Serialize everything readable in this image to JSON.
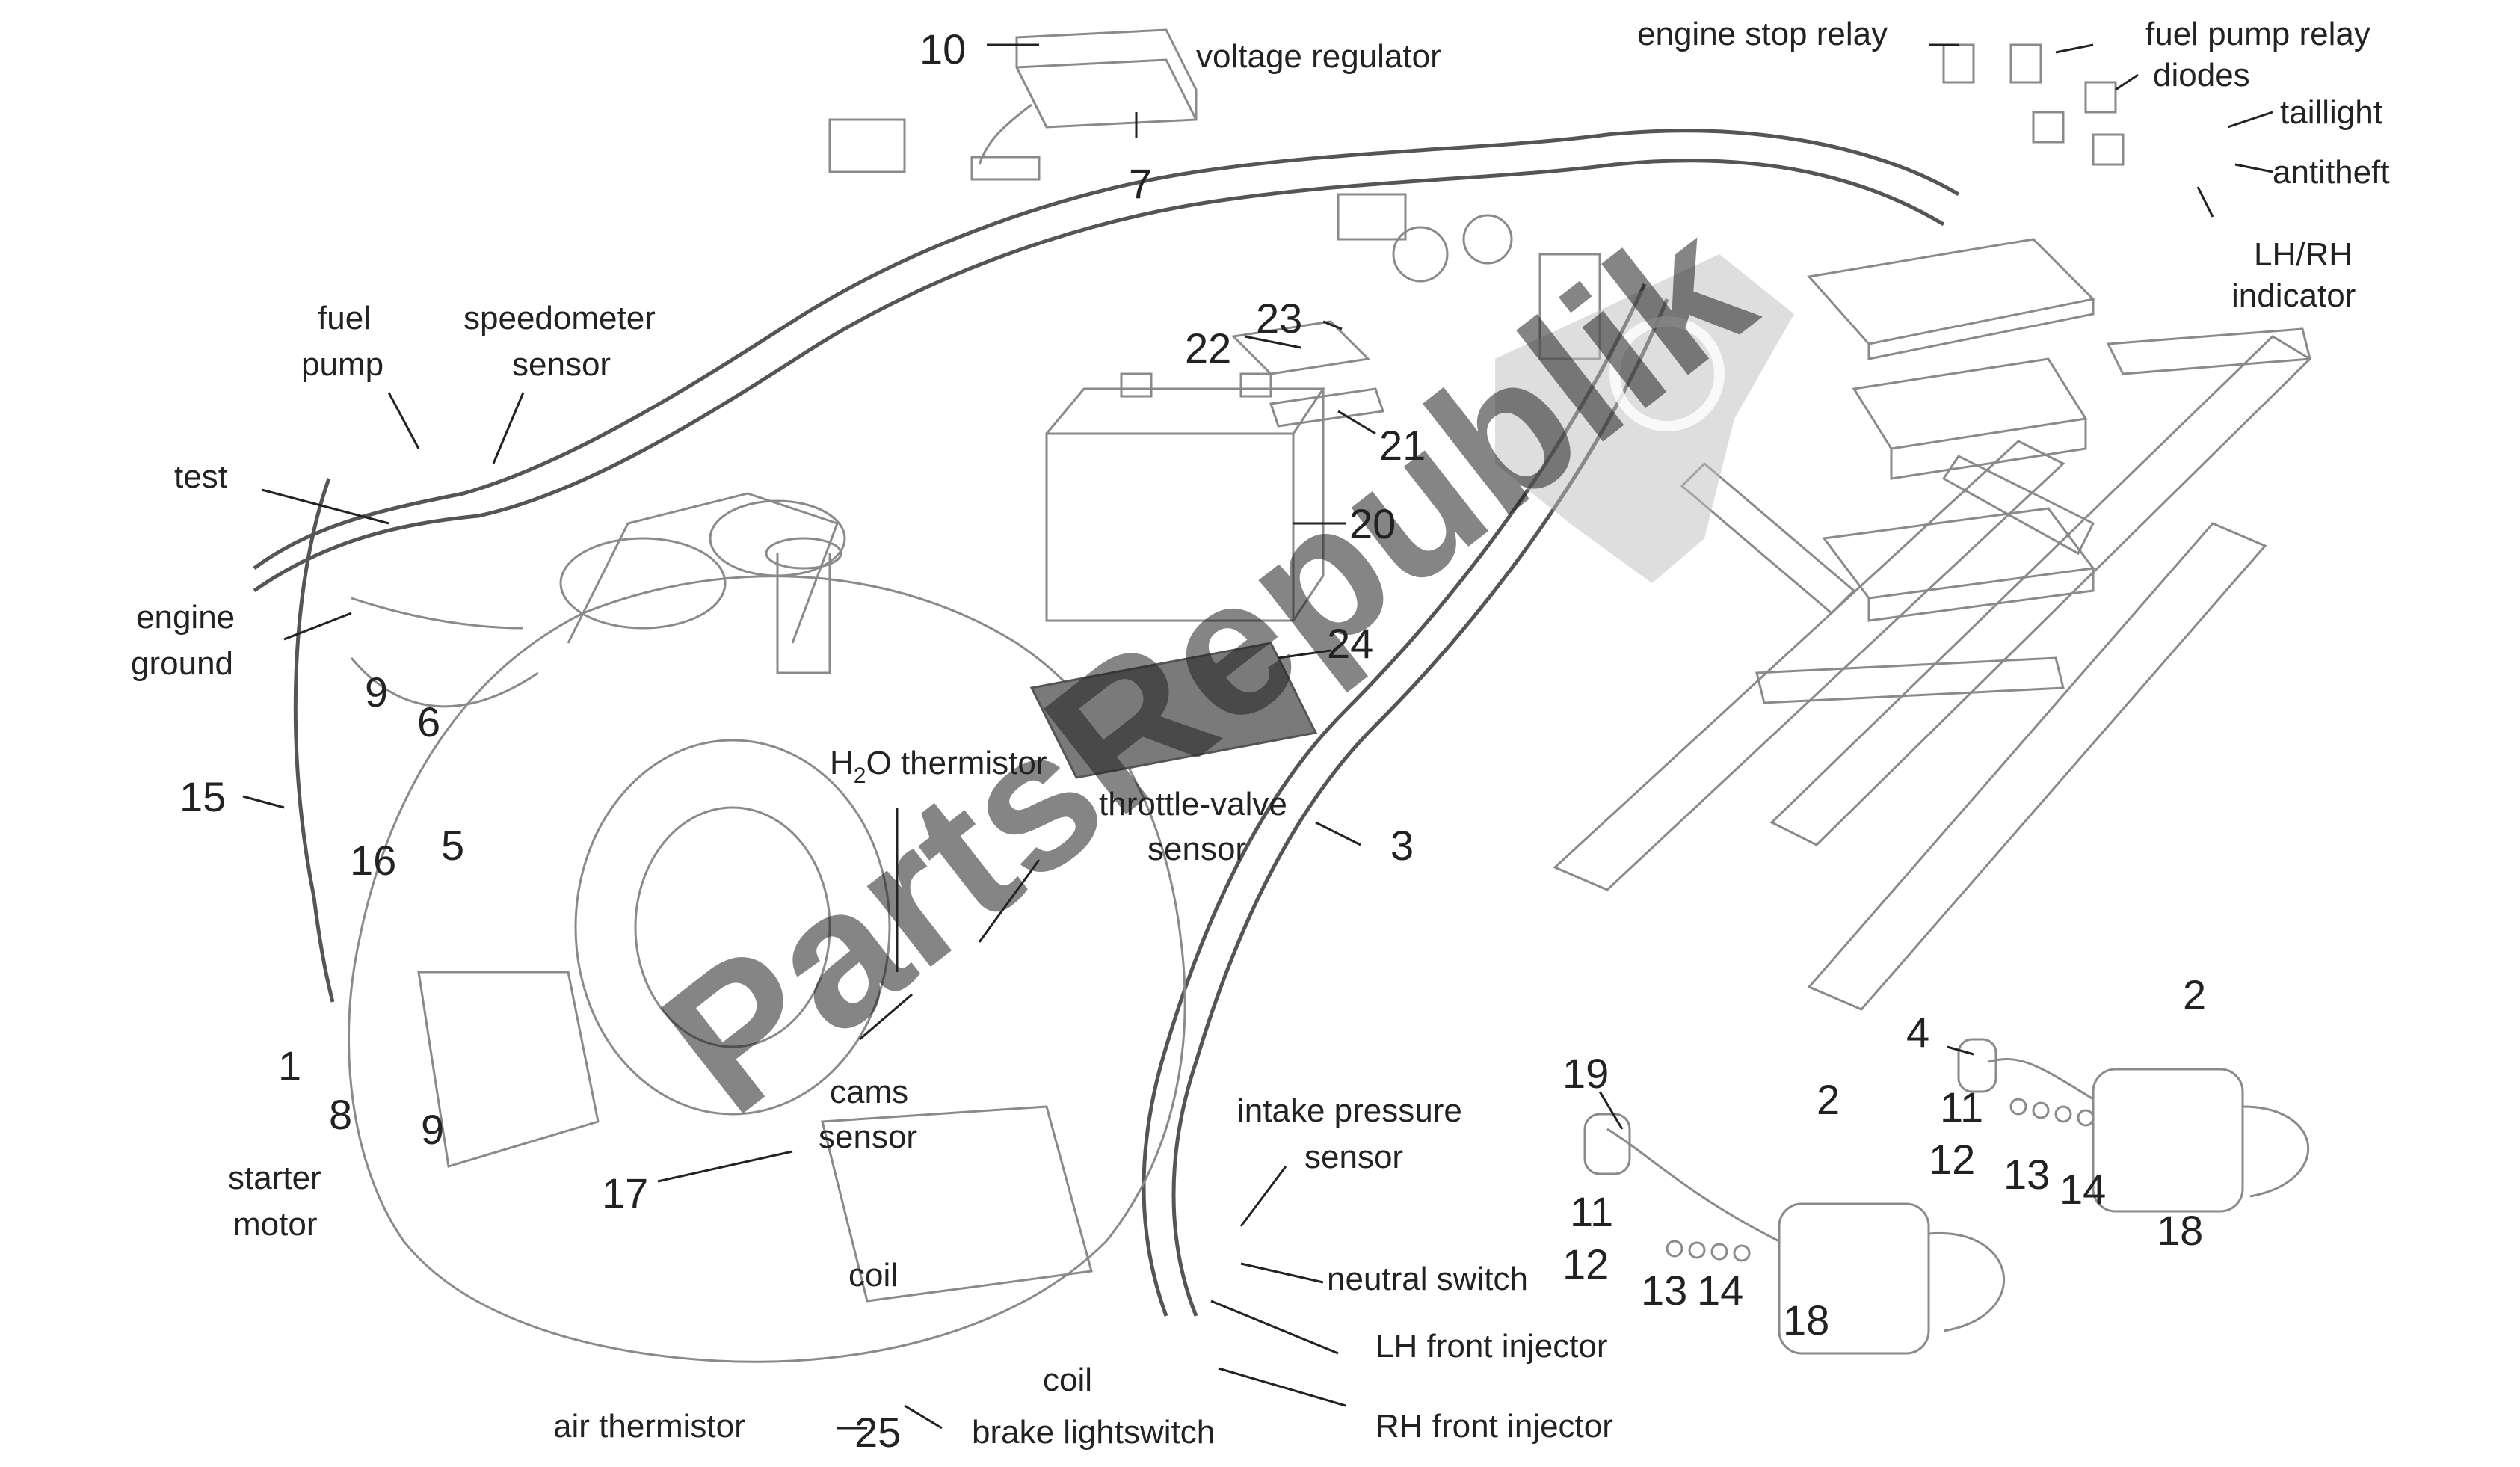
{
  "watermark": "PartsRepublik",
  "labels": {
    "voltage_regulator": "voltage regulator",
    "engine_stop_relay": "engine stop relay",
    "fuel_pump_relay": "fuel pump relay",
    "diodes": "diodes",
    "taillight": "taillight",
    "antitheft": "antitheft",
    "lh_rh": "LH/RH",
    "indicator": "indicator",
    "fuel": "fuel",
    "pump": "pump",
    "speedometer": "speedometer",
    "sensor": "sensor",
    "test": "test",
    "engine": "engine",
    "ground": "ground",
    "h2o_h": "H",
    "h2o_2": "2",
    "h2o_rest": "O thermistor",
    "throttle_valve": "throttle-valve",
    "tv_sensor": "sensor",
    "cams": "cams",
    "cams_sensor": "sensor",
    "starter": "starter",
    "motor": "motor",
    "intake_pressure": "intake pressure",
    "ip_sensor": "sensor",
    "neutral_switch": "neutral switch",
    "coil_1": "coil",
    "coil_2": "coil",
    "lh_front_injector": "LH front injector",
    "rh_front_injector": "RH front injector",
    "air_thermistor": "air thermistor",
    "brake_lightswitch": "brake lightswitch"
  },
  "numbers": {
    "n10": "10",
    "n7": "7",
    "n23": "23",
    "n22": "22",
    "n21": "21",
    "n20": "20",
    "n24": "24",
    "n3": "3",
    "n15": "15",
    "n9a": "9",
    "n6": "6",
    "n16": "16",
    "n5": "5",
    "n1": "1",
    "n8": "8",
    "n9b": "9",
    "n17": "17",
    "n25": "25",
    "n19": "19",
    "n2a": "2",
    "n11a": "11",
    "n12a": "12",
    "n13a": "13",
    "n14a": "14",
    "n18a": "18",
    "n4": "4",
    "n2b": "2",
    "n11b": "11",
    "n12b": "12",
    "n13b": "13",
    "n14b": "14",
    "n18b": "18"
  }
}
